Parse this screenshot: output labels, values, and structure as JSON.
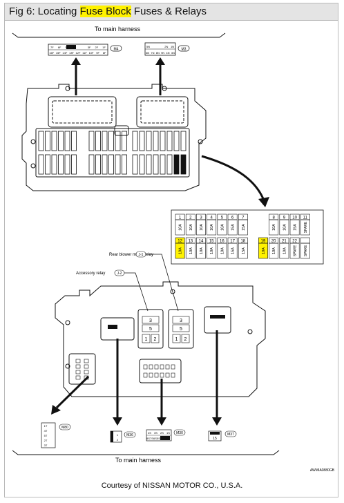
{
  "title": {
    "prefix": "Fig 6: Locating ",
    "highlight": "Fuse Block",
    "suffix": " Fuses & Relays"
  },
  "harness_top": "To main harness",
  "harness_bottom": "To main harness",
  "connectors": {
    "m4": "M4",
    "m3": "M3",
    "m80": "M80",
    "m30": "M30",
    "m36": "M36",
    "m37": "M37",
    "m4_row1": [
      "7F",
      "6F",
      "5F",
      "4F",
      "",
      "3F",
      "2F",
      "1F"
    ],
    "m4_row2": [
      "16F",
      "15F",
      "14F",
      "13F",
      "12F",
      "11F",
      "10F",
      "9F",
      "8F"
    ],
    "m3_row1": [
      "5N",
      "",
      "",
      "2N",
      "1N"
    ],
    "m3_row2": [
      "6N",
      "7N",
      "8N",
      "9N",
      "4N",
      "3N"
    ],
    "m80_pins": [
      "1T",
      "4T",
      "5T",
      "2T",
      "3T"
    ],
    "m36_pins": [
      "1",
      "2"
    ],
    "m30_row1": [
      "4S",
      "3S",
      "2S",
      "1S"
    ],
    "m30_row2": [
      "8S",
      "7S",
      "6S",
      "5S"
    ],
    "m37_pin": "15"
  },
  "relays": {
    "rear_blower": "Rear blower motor relay",
    "rear_blower_tag": "J-1",
    "accessory": "Accessory relay",
    "accessory_tag": "J-2",
    "pin_labels": [
      "3",
      "5",
      "1",
      "2"
    ]
  },
  "fuses": {
    "top_numbers": [
      "1",
      "2",
      "3",
      "4",
      "5",
      "6",
      "7",
      "",
      "8",
      "9",
      "10",
      "11"
    ],
    "top_ratings": [
      "10A",
      "10A",
      "10A",
      "10A",
      "10A",
      "15A",
      "15A",
      "",
      "10A",
      "10A",
      "15A",
      "SPARE"
    ],
    "bottom_numbers": [
      "12",
      "13",
      "14",
      "15",
      "16",
      "17",
      "18",
      "19",
      "20",
      "21",
      "22",
      ""
    ],
    "bottom_ratings": [
      "10A",
      "10A",
      "10A",
      "10A",
      "10A",
      "15A",
      "15A",
      "10A",
      "10A",
      "10A",
      "SPARE",
      "SPARE"
    ],
    "highlight_color": "#fff200"
  },
  "code": "AWMIA0880GB",
  "footer": "Courtesy of NISSAN MOTOR CO., U.S.A."
}
